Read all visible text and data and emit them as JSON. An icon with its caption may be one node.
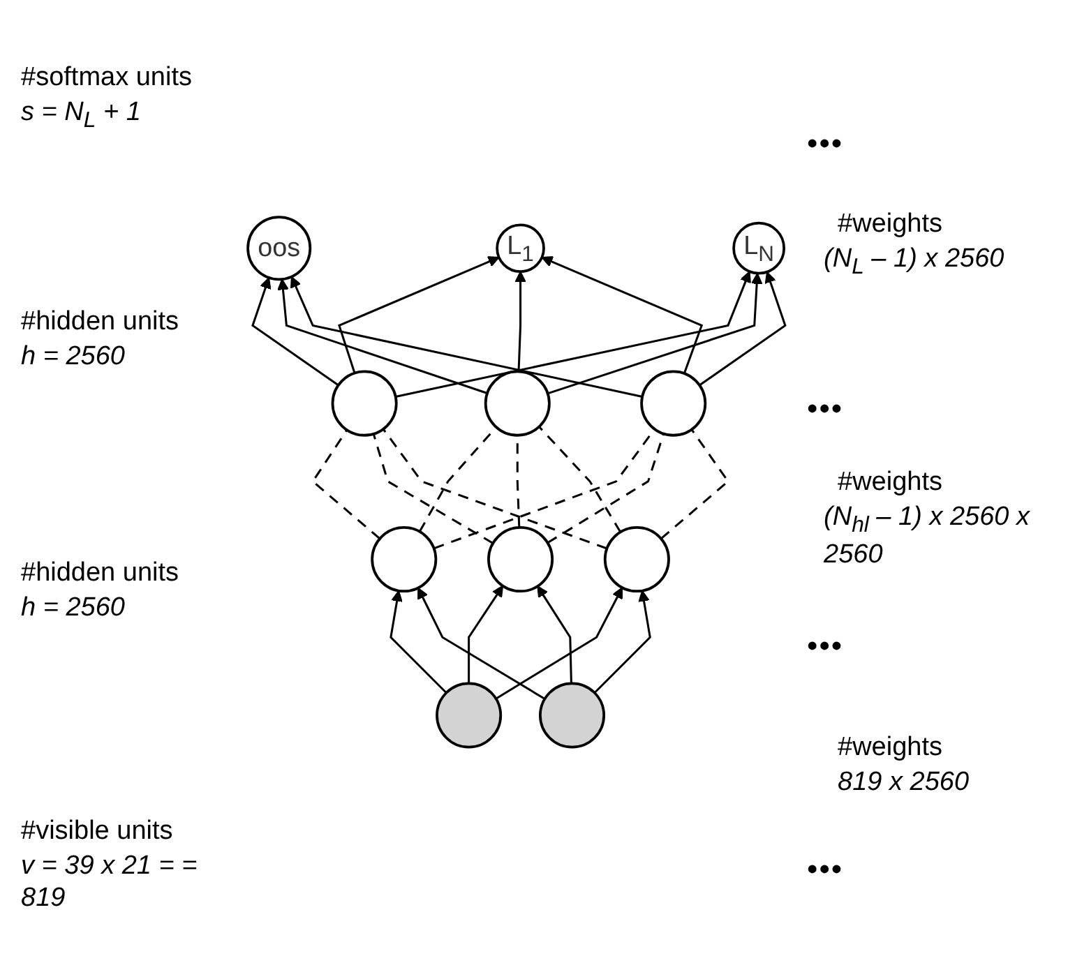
{
  "diagram": {
    "nodes": [
      {
        "text": [
          "oos"
        ]
      },
      {
        "text": [
          "L$_{1}$"
        ]
      },
      {
        "text": [
          "L$_{N}$"
        ]
      },
      {
        "text": [],
        "shape": "circle"
      },
      {
        "text": [],
        "shape": "circle"
      },
      {
        "text": [],
        "shape": "circle"
      },
      {
        "text": [],
        "shape": "circle"
      },
      {
        "text": [],
        "shape": "circle"
      },
      {
        "text": [],
        "shape": "circle"
      },
      {
        "text": [],
        "shape": "circle"
      },
      {
        "text": [],
        "shape": "circle"
      }
    ],
    "edges": [
      {
        "from": 3,
        "to": 0,
        "arrow": "to"
      },
      {
        "from": 3,
        "to": 1,
        "arrow": "to"
      },
      {
        "from": 3,
        "to": 2,
        "arrow": "to"
      },
      {
        "from": 4,
        "to": 0,
        "arrow": "to"
      },
      {
        "from": 4,
        "to": 1,
        "arrow": "to"
      },
      {
        "from": 4,
        "to": 2,
        "arrow": "to"
      },
      {
        "from": 5,
        "to": 0,
        "arrow": "to"
      },
      {
        "from": 5,
        "to": 1,
        "arrow": "to"
      },
      {
        "from": 5,
        "to": 2,
        "arrow": "to"
      },
      {
        "from": 3,
        "to": 6,
        "arrow": "none",
        "style": "dashed"
      },
      {
        "from": 3,
        "to": 7,
        "arrow": "none",
        "style": "dashed"
      },
      {
        "from": 3,
        "to": 8,
        "arrow": "none",
        "style": "dashed"
      },
      {
        "from": 4,
        "to": 6,
        "arrow": "none",
        "style": "dashed"
      },
      {
        "from": 4,
        "to": 7,
        "arrow": "none",
        "style": "dashed"
      },
      {
        "from": 4,
        "to": 8,
        "arrow": "none",
        "style": "dashed"
      },
      {
        "from": 5,
        "to": 6,
        "arrow": "none",
        "style": "dashed"
      },
      {
        "from": 5,
        "to": 7,
        "arrow": "none",
        "style": "dashed"
      },
      {
        "from": 5,
        "to": 8,
        "arrow": "none",
        "style": "dashed"
      },
      {
        "from": 9,
        "to": 6,
        "arrow": "to"
      },
      {
        "from": 9,
        "to": 7,
        "arrow": "to"
      },
      {
        "from": 9,
        "to": 8,
        "arrow": "to"
      },
      {
        "from": 10,
        "to": 6,
        "arrow": "to"
      },
      {
        "from": 10,
        "to": 7,
        "arrow": "to"
      },
      {
        "from": 10,
        "to": 8,
        "arrow": "to"
      }
    ],
    "labels": [
      "#softmax units",
      "s = N$_{L}$ + 1",
      "•••",
      "#weights",
      "(N$_{L}$ – 1) x 2560",
      "#hidden units",
      "h = 2560",
      "•••",
      "#weights",
      "(N$_{hl}$ – 1) x 2560 x 2560",
      "#hidden units",
      "h = 2560",
      "•••",
      "#weights",
      "819 x 2560",
      "#visible units",
      "v = 39 x 21 = = 819",
      "•••"
    ]
  }
}
